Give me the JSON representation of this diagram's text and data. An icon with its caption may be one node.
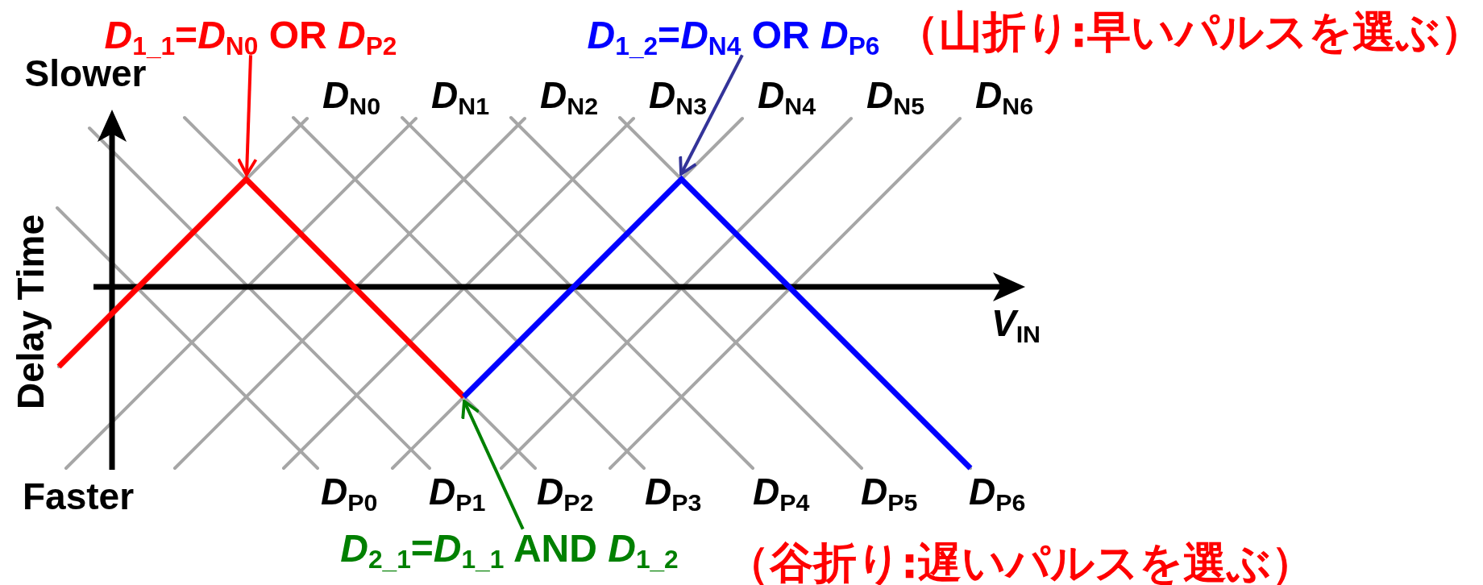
{
  "diagram": {
    "nodes": [
      {
        "text": [
          "*D*$_{1_1}$=*D*$_{N0}$ OR *D*$_{P2}$"
        ]
      },
      {
        "text": [
          "*D*$_{1_2}$=*D*$_{N4}$ OR *D*$_{P6}$"
        ]
      },
      {
        "text": [
          "*D*$_{2_1}$=*D*$_{1_1}$ AND *D*$_{1_2}$"
        ]
      },
      {
        "text": [],
        "shape": "line"
      },
      {
        "text": [],
        "shape": "line"
      }
    ],
    "edges": [
      {
        "from": 0,
        "to": 3,
        "arrow": "to",
        "color": "#ff0000"
      },
      {
        "from": 1,
        "to": 4,
        "arrow": "to",
        "color": "#333399"
      },
      {
        "from": 2,
        "to": 3,
        "arrow": "to",
        "color": "#008000"
      }
    ],
    "labels": [
      "（山折り:早いパルスを選ぶ）",
      "Slower",
      "*D*$_{N0}$",
      "*D*$_{N1}$",
      "*D*$_{N2}$",
      "*D*$_{N3}$",
      "*D*$_{N4}$",
      "*D*$_{N5}$",
      "*D*$_{N6}$",
      "Delay Time",
      "*V*$_{IN}$",
      "Faster",
      "*D*$_{P0}$",
      "*D*$_{P1}$",
      "*D*$_{P2}$",
      "*D*$_{P3}$",
      "*D*$_{P4}$",
      "*D*$_{P5}$",
      "*D*$_{P6}$",
      "（谷折り:遅いパルスを選ぶ）"
    ]
  }
}
